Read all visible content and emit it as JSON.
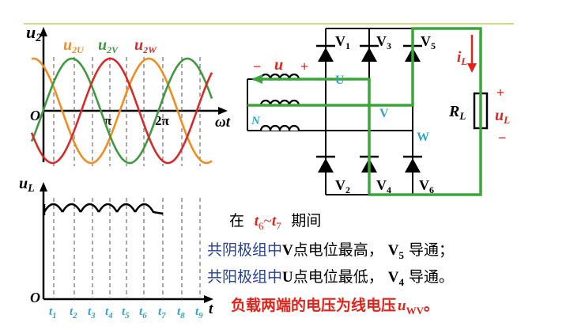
{
  "waveform": {
    "y_label": "u",
    "y_label_sub": "2",
    "origin": "O",
    "x_axis_label": "ωt",
    "pi_label": "π",
    "two_pi_label": "2π",
    "series": [
      {
        "name": "u",
        "sub": "2U",
        "color": "#f28c1e"
      },
      {
        "name": "u",
        "sub": "2V",
        "color": "#3f9a3f"
      },
      {
        "name": "u",
        "sub": "2W",
        "color": "#d72a2a"
      }
    ]
  },
  "output": {
    "y_label": "u",
    "y_label_sub": "L",
    "origin": "O",
    "t_axis_label": "t",
    "times": [
      {
        "name": "t",
        "sub": "1"
      },
      {
        "name": "t",
        "sub": "2"
      },
      {
        "name": "t",
        "sub": "3"
      },
      {
        "name": "t",
        "sub": "4"
      },
      {
        "name": "t",
        "sub": "5"
      },
      {
        "name": "t",
        "sub": "6"
      },
      {
        "name": "t",
        "sub": "7"
      },
      {
        "name": "t",
        "sub": "8"
      },
      {
        "name": "t",
        "sub": "9"
      }
    ]
  },
  "circuit": {
    "source_label": "u",
    "source_minus": "−",
    "source_plus": "+",
    "neutral": "N",
    "node_u": "U",
    "node_v": "V",
    "node_w": "W",
    "diodes_top": [
      {
        "name": "V",
        "sub": "1"
      },
      {
        "name": "V",
        "sub": "3"
      },
      {
        "name": "V",
        "sub": "5"
      }
    ],
    "diodes_bottom": [
      {
        "name": "V",
        "sub": "2"
      },
      {
        "name": "V",
        "sub": "4"
      },
      {
        "name": "V",
        "sub": "6"
      }
    ],
    "current_label": "i",
    "current_sub": "L",
    "resistor_label": "R",
    "resistor_sub": "L",
    "load_plus": "+",
    "load_minus": "−",
    "load_voltage": "u",
    "load_voltage_sub": "L"
  },
  "notes": {
    "period_prefix": "在",
    "period_t6": "t",
    "period_t6_sub": "6",
    "period_tilde": "~",
    "period_t7": "t",
    "period_t7_sub": "7",
    "period_suffix": "期间",
    "line1_a": "共阴极组中",
    "line1_b": "V",
    "line1_c": "点电位最高，",
    "line1_d": "V",
    "line1_d_sub": "5",
    "line1_e": "导通；",
    "line2_a": "共阳极组中",
    "line2_b": "U",
    "line2_c": "点电位最低，",
    "line2_d": "V",
    "line2_d_sub": "4",
    "line2_e": "导通。",
    "conclusion": "负载两端的电压为线电压",
    "conclusion_u": "u",
    "conclusion_u_sub": "WV",
    "conclusion_end": "。"
  },
  "colors": {
    "green_highlight": "#3aa63a",
    "top_rule": "#b8d65a",
    "blue_text": "#27418f",
    "red_text": "#e0231b",
    "cyan_label": "#2ea5c9"
  }
}
